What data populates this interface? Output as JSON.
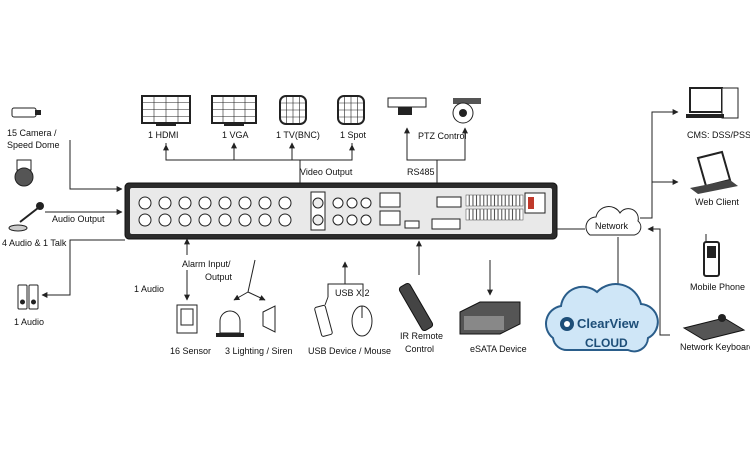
{
  "labels": {
    "camera": "15 Camera /",
    "camera_l2": "Speed Dome",
    "audio_output": "Audio Output",
    "audio_talk": "4 Audio & 1 Talk",
    "audio_left_1": "1 Audio",
    "audio_left_2": "1 Audio",
    "hdmi": "1 HDMI",
    "vga": "1 VGA",
    "tv": "1 TV(BNC)",
    "spot": "1 Spot",
    "video_output": "Video Output",
    "ptz": "PTZ Control",
    "rs485": "RS485",
    "alarm": "Alarm Input/",
    "alarm_l2": "Output",
    "usb_x2": "USB X 2",
    "sensor": "16 Sensor",
    "lighting": "3 Lighting / Siren",
    "usb_device": "USB Device / Mouse",
    "ir_remote": "IR Remote",
    "ir_remote_l2": "Control",
    "esata": "eSATA Device",
    "network": "Network",
    "cms": "CMS: DSS/PSS",
    "web_client": "Web Client",
    "mobile": "Mobile Phone",
    "keyboard": "Network Keyboard",
    "cloud_brand": "ClearView",
    "cloud_sub": "CLOUD"
  },
  "colors": {
    "cloud_fill": "#cfe6f7",
    "cloud_stroke": "#2a5d8a",
    "brand": "#1d4e78",
    "line": "#222222"
  }
}
